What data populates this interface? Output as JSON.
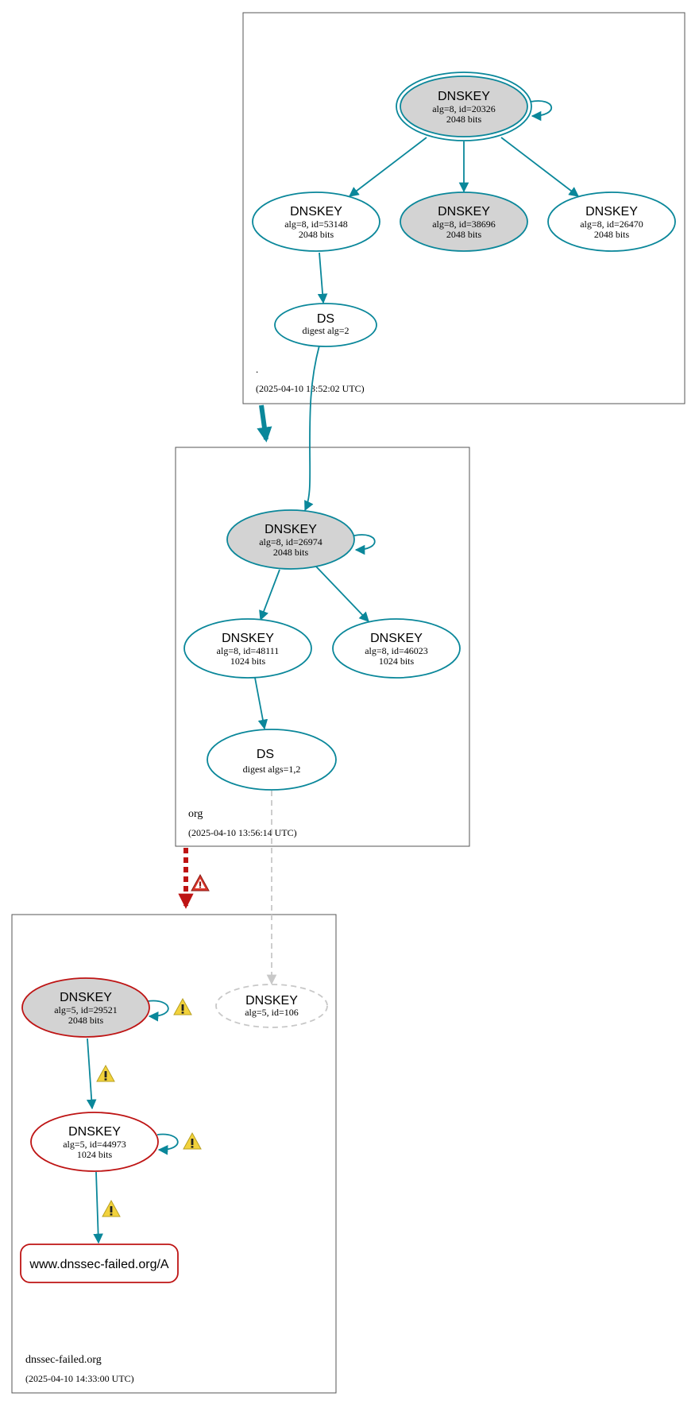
{
  "colors": {
    "teal": "#0a879a",
    "red": "#be1414",
    "grey_fill": "#d3d3d3",
    "dashed_grey": "#c8c8c8",
    "zone_border": "#555555"
  },
  "zones": {
    "root": {
      "name": ".",
      "timestamp": "(2025-04-10 13:52:02 UTC)"
    },
    "org": {
      "name": "org",
      "timestamp": "(2025-04-10 13:56:14 UTC)"
    },
    "dnssec_failed": {
      "name": "dnssec-failed.org",
      "timestamp": "(2025-04-10 14:33:00 UTC)"
    }
  },
  "nodes": {
    "root_ksk": {
      "title": "DNSKEY",
      "line1": "alg=8, id=20326",
      "line2": "2048 bits"
    },
    "root_zsk_53148": {
      "title": "DNSKEY",
      "line1": "alg=8, id=53148",
      "line2": "2048 bits"
    },
    "root_key_38696": {
      "title": "DNSKEY",
      "line1": "alg=8, id=38696",
      "line2": "2048 bits"
    },
    "root_key_26470": {
      "title": "DNSKEY",
      "line1": "alg=8, id=26470",
      "line2": "2048 bits"
    },
    "root_ds": {
      "title": "DS",
      "line1": "digest alg=2"
    },
    "org_ksk": {
      "title": "DNSKEY",
      "line1": "alg=8, id=26974",
      "line2": "2048 bits"
    },
    "org_zsk_48111": {
      "title": "DNSKEY",
      "line1": "alg=8, id=48111",
      "line2": "1024 bits"
    },
    "org_key_46023": {
      "title": "DNSKEY",
      "line1": "alg=8, id=46023",
      "line2": "1024 bits"
    },
    "org_ds": {
      "title": "DS",
      "line1": "digest algs=1,2"
    },
    "failed_ksk": {
      "title": "DNSKEY",
      "line1": "alg=5, id=29521",
      "line2": "2048 bits"
    },
    "failed_missing_key": {
      "title": "DNSKEY",
      "line1": "alg=5, id=106"
    },
    "failed_zsk": {
      "title": "DNSKEY",
      "line1": "alg=5, id=44973",
      "line2": "1024 bits"
    },
    "failed_rrset": {
      "title": "www.dnssec-failed.org/A"
    }
  }
}
